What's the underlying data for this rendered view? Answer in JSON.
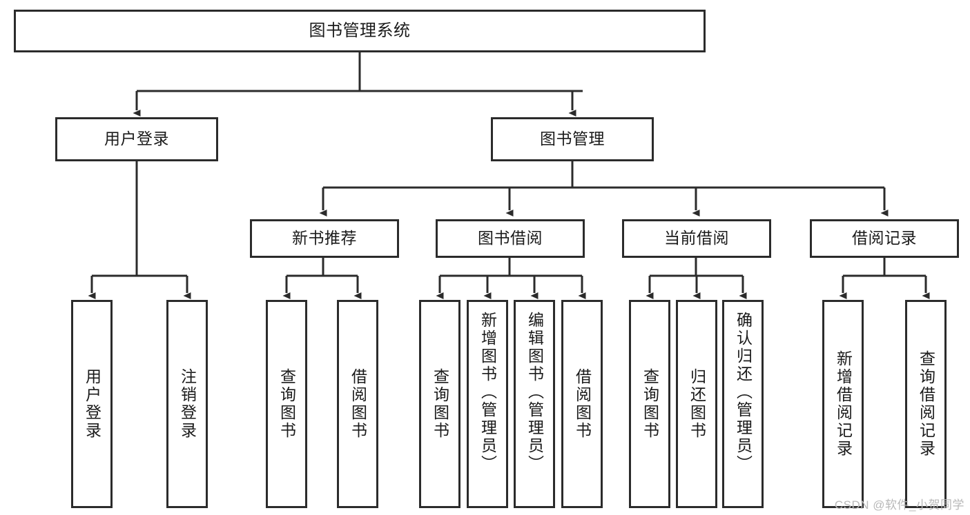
{
  "diagram": {
    "title": "图书管理系统",
    "type": "hierarchy-tree",
    "colors": {
      "box_border": "#2b2b2b",
      "box_fill": "#ffffff",
      "connector": "#2b2b2b",
      "text": "#1a1a1a",
      "watermark": "#b8b8b8"
    },
    "root": {
      "label": "图书管理系统"
    },
    "level1": [
      {
        "label": "用户登录"
      },
      {
        "label": "图书管理"
      }
    ],
    "level2": [
      {
        "label": "新书推荐"
      },
      {
        "label": "图书借阅"
      },
      {
        "label": "当前借阅"
      },
      {
        "label": "借阅记录"
      }
    ],
    "leaves": {
      "user_login": [
        {
          "label": "用户登录"
        },
        {
          "label": "注销登录"
        }
      ],
      "new_book_recommend": [
        {
          "label": "查询图书"
        },
        {
          "label": "借阅图书"
        }
      ],
      "book_borrow": [
        {
          "label": "查询图书"
        },
        {
          "label": "新增图书（管理员）"
        },
        {
          "label": "编辑图书（管理员）"
        },
        {
          "label": "借阅图书"
        }
      ],
      "current_borrow": [
        {
          "label": "查询图书"
        },
        {
          "label": "归还图书"
        },
        {
          "label": "确认归还（管理员）"
        }
      ],
      "borrow_record": [
        {
          "label": "新增借阅记录"
        },
        {
          "label": "查询借阅记录"
        }
      ]
    }
  },
  "watermark": {
    "text": "CSDN @软件_小贺同学"
  }
}
